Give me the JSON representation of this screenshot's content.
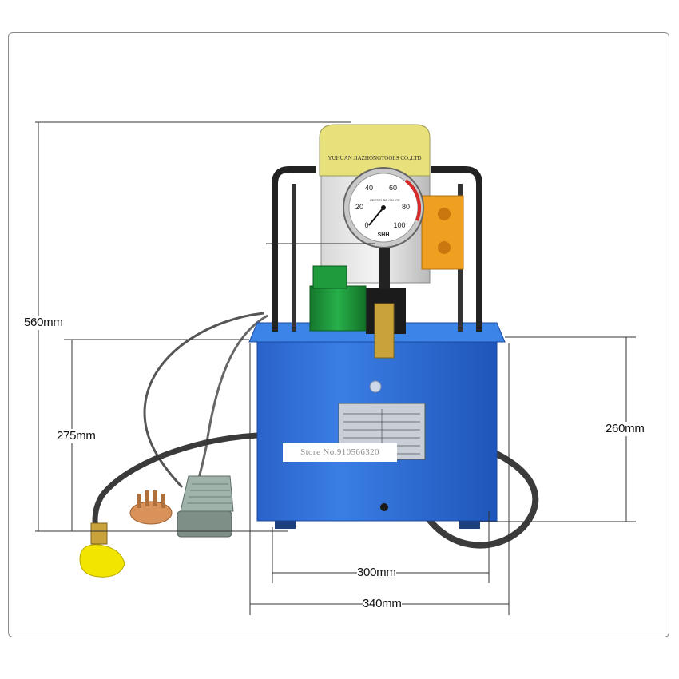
{
  "dimensions": {
    "total_height": "560mm",
    "tank_height_left": "275mm",
    "tank_height_right": "260mm",
    "base_width_inner": "300mm",
    "base_width_outer": "340mm"
  },
  "motor_label": "YUHUAN JIAZHONGTOOLS CO.,LTD",
  "gauge": {
    "ticks": [
      "0",
      "20",
      "40",
      "60",
      "80",
      "100"
    ],
    "brand": "SHH",
    "caption": "PRESSURE GAUGE"
  },
  "watermark": "Store No.910566320",
  "colors": {
    "tank_blue": "#2f6fd6",
    "motor_yellow": "#e8e07a",
    "valve_green": "#1f9a3c",
    "junction_orange": "#f0a020",
    "pedal_gray": "#8fa39a",
    "cap_yellow": "#f2e600",
    "plug_orange": "#d9925a"
  }
}
